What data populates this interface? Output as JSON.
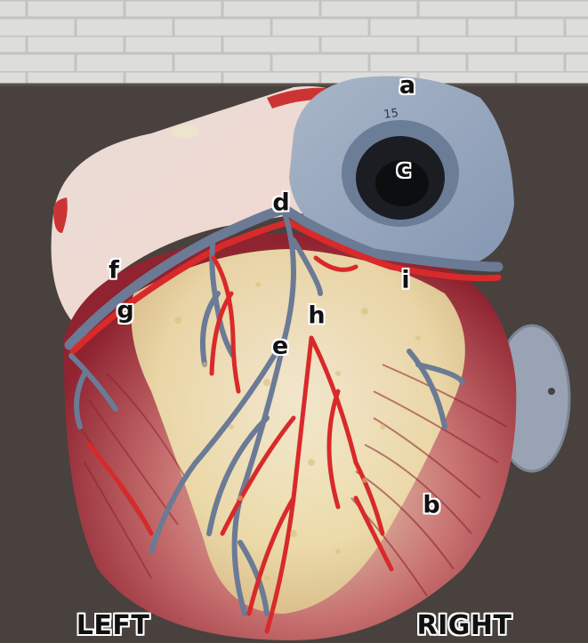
{
  "labels": {
    "a": "a",
    "b": "b",
    "c": "c",
    "d": "d",
    "e": "e",
    "f": "f",
    "g": "g",
    "h": "h",
    "i": "i"
  },
  "sides": {
    "left": "LEFT",
    "right": "RIGHT"
  },
  "vessel_marking": "15",
  "colors": {
    "vein_blue": "#6b7a95",
    "artery_red": "#d82a2a",
    "muscle_red": "#b2303b",
    "fat_yellow": "#ecdfae",
    "background_wall": "#dcdcd8"
  }
}
